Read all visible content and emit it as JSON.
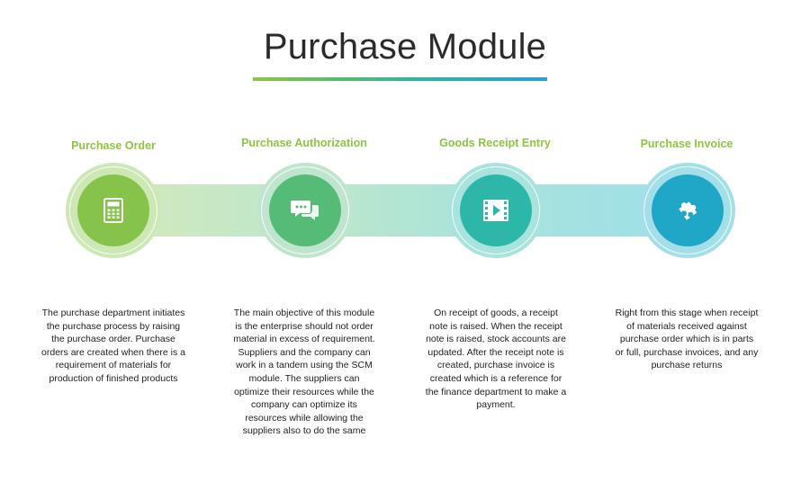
{
  "title": "Purchase Module",
  "steps": [
    {
      "title": "Purchase Order",
      "icon": "calculator-icon",
      "ring_color": "#cde8b5",
      "core_color": "#86c34a",
      "description": "The purchase department initiates the purchase process by raising the purchase order. Purchase orders are created when there is a requirement of materials for production of finished products"
    },
    {
      "title": "Purchase Authorization",
      "icon": "chat-bubbles-icon",
      "ring_color": "#bfe5ce",
      "core_color": "#55bb77",
      "description": "The main objective of this module is the enterprise should not order material in excess of requirement. Suppliers and the company can work in a tandem using the SCM module. The suppliers can optimize their resources while the company can optimize its resources while allowing the suppliers also to do the same"
    },
    {
      "title": "Goods Receipt Entry",
      "icon": "video-play-icon",
      "ring_color": "#a9e3de",
      "core_color": "#2db7a8",
      "description": "On receipt of goods, a receipt note is raised. When the receipt note is raised, stock accounts are updated. After the receipt note is created, purchase invoice is created which is a reference for the finance department to make a payment."
    },
    {
      "title": "Purchase Invoice",
      "icon": "puzzle-piece-icon",
      "ring_color": "#a3dfe8",
      "core_color": "#20a6c6",
      "description": "Right from this stage when receipt of materials received against purchase order which is in parts or full, purchase invoices, and any purchase returns"
    }
  ]
}
